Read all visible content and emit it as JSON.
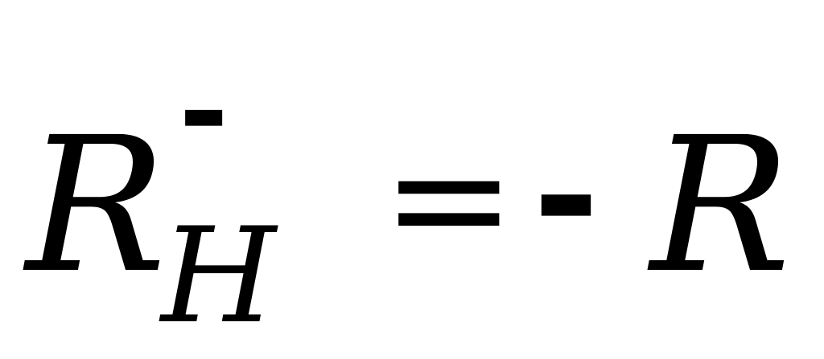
{
  "equation": {
    "lhs_symbol": "R",
    "lhs_superscript": "-",
    "lhs_subscript": "H",
    "equals_sign": "=",
    "minus_sign": "-",
    "rhs_symbol": "R"
  }
}
